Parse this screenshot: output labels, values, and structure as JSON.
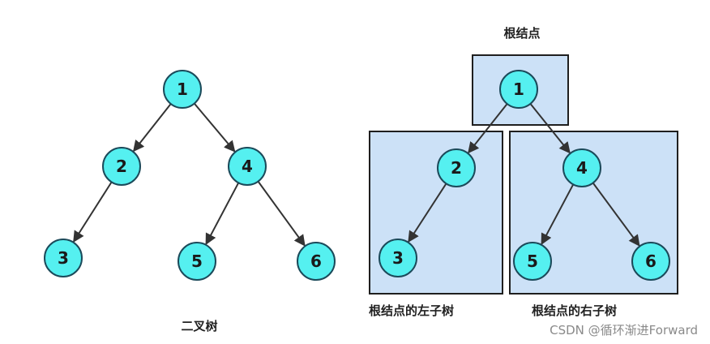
{
  "colors": {
    "node_fill": "#55f0f0",
    "node_stroke": "#1b4a5a",
    "box_fill": "#cce1f7",
    "edge": "#333333"
  },
  "left_tree": {
    "caption": "二叉树",
    "nodes": [
      {
        "id": "l1",
        "label": "1"
      },
      {
        "id": "l2",
        "label": "2"
      },
      {
        "id": "l4",
        "label": "4"
      },
      {
        "id": "l3",
        "label": "3"
      },
      {
        "id": "l5",
        "label": "5"
      },
      {
        "id": "l6",
        "label": "6"
      }
    ],
    "edges": [
      [
        "l1",
        "l2"
      ],
      [
        "l1",
        "l4"
      ],
      [
        "l2",
        "l3"
      ],
      [
        "l4",
        "l5"
      ],
      [
        "l4",
        "l6"
      ]
    ]
  },
  "right_tree": {
    "root_label": "根结点",
    "left_subtree_label": "根结点的左子树",
    "right_subtree_label": "根结点的右子树",
    "nodes": [
      {
        "id": "r1",
        "label": "1"
      },
      {
        "id": "r2",
        "label": "2"
      },
      {
        "id": "r4",
        "label": "4"
      },
      {
        "id": "r3",
        "label": "3"
      },
      {
        "id": "r5",
        "label": "5"
      },
      {
        "id": "r6",
        "label": "6"
      }
    ],
    "edges": [
      [
        "r1",
        "r2"
      ],
      [
        "r1",
        "r4"
      ],
      [
        "r2",
        "r3"
      ],
      [
        "r4",
        "r5"
      ],
      [
        "r4",
        "r6"
      ]
    ]
  },
  "watermark": "CSDN @循环渐进Forward"
}
